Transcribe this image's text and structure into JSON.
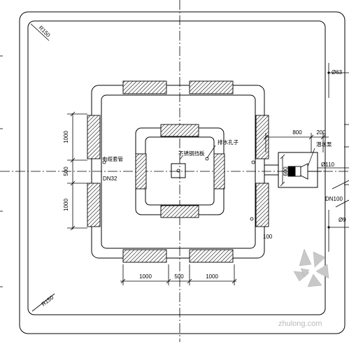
{
  "corner_radius_labels": {
    "top_left": "R150",
    "bottom_left": "R150"
  },
  "dimensions": {
    "left_top": "1000",
    "left_middle": "500",
    "left_bottom": "1000",
    "bottom_left": "1000",
    "bottom_middle": "500",
    "bottom_right": "1000",
    "pump_offset": "800",
    "pump_gap": "200",
    "pump_pit": "600",
    "ring_offset": "100"
  },
  "labels": {
    "cable_conduit": "电缆套管",
    "conduit_size": "DN32",
    "stainless_plate": "不锈钢挡板",
    "drain_hole": "排水孔子",
    "sump_pump": "潜水泵",
    "pipe_110": "Ø110",
    "pipe_dn100": "DN100",
    "pipe_top_right": "Ø63",
    "pipe_bottom_right": "Ø9"
  },
  "watermark": {
    "text": "zhulong.com"
  },
  "colors": {
    "line": "#000000",
    "hatch": "#000000",
    "watermark": "#b9b9b9"
  }
}
